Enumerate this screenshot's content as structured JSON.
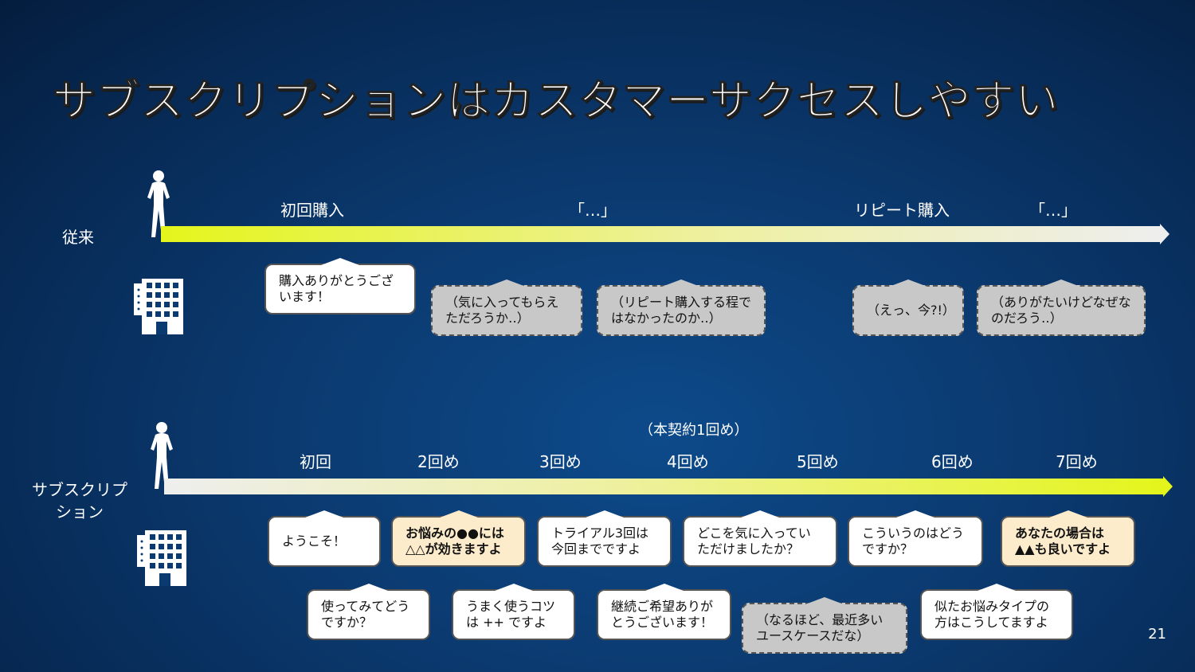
{
  "title": "サブスクリプションはカスタマーサクセスしやすい",
  "page_number": "21",
  "colors": {
    "accent_yellow": "#e4f51c",
    "bubble_cream": "#fdeccb",
    "bubble_gray": "#c8c8c8"
  },
  "traditional": {
    "label": "従来",
    "stages": [
      "初回購入",
      "「…」",
      "リピート購入",
      "「…」"
    ],
    "bubbles": [
      "購入ありがとうございます！",
      "（気に入ってもらえただろうか‥）",
      "（リピート購入する程ではなかったのか‥）",
      "（えっ、今?!）",
      "（ありがたいけどなぜなのだろう‥）"
    ]
  },
  "subscription": {
    "label_line1": "サブスクリプ",
    "label_line2": "ション",
    "note": "（本契約1回め）",
    "stages": [
      "初回",
      "2回め",
      "3回め",
      "4回め",
      "5回め",
      "6回め",
      "7回め"
    ],
    "bubbles_top": [
      "ようこそ！",
      "お悩みの●●には△△が効きますよ",
      "トライアル3回は今回までですよ",
      "どこを気に入っていただけましたか？",
      "こういうのはどうですか？",
      "あなたの場合は▲▲も良いですよ"
    ],
    "bubbles_bottom": [
      "使ってみてどうですか？",
      "うまく使うコツは ++ ですよ",
      "継続ご希望ありがとうございます！",
      "（なるほど、最近多いユースケースだな）",
      "似たお悩みタイプの方はこうしてますよ"
    ]
  },
  "icons": [
    "person-icon",
    "building-icon"
  ]
}
